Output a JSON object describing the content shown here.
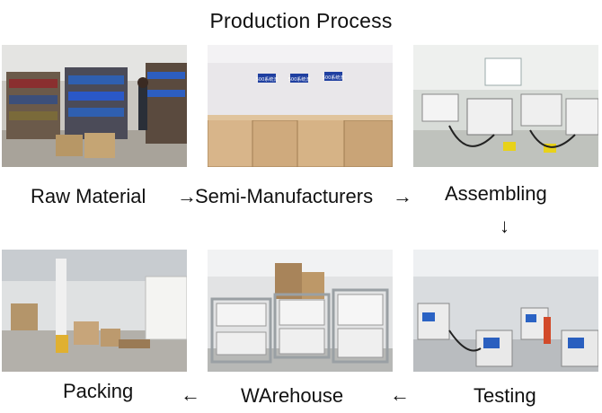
{
  "title": "Production Process",
  "steps": [
    {
      "label": "Raw Material"
    },
    {
      "label": "Semi-Manufacturers"
    },
    {
      "label": "Assembling"
    },
    {
      "label": "Testing"
    },
    {
      "label": "WArehouse"
    },
    {
      "label": "Packing"
    }
  ],
  "signs": [
    "500系统流",
    "500系统流",
    "500系统流"
  ],
  "arrows": {
    "right": "→",
    "down": "↓",
    "left": "←"
  }
}
